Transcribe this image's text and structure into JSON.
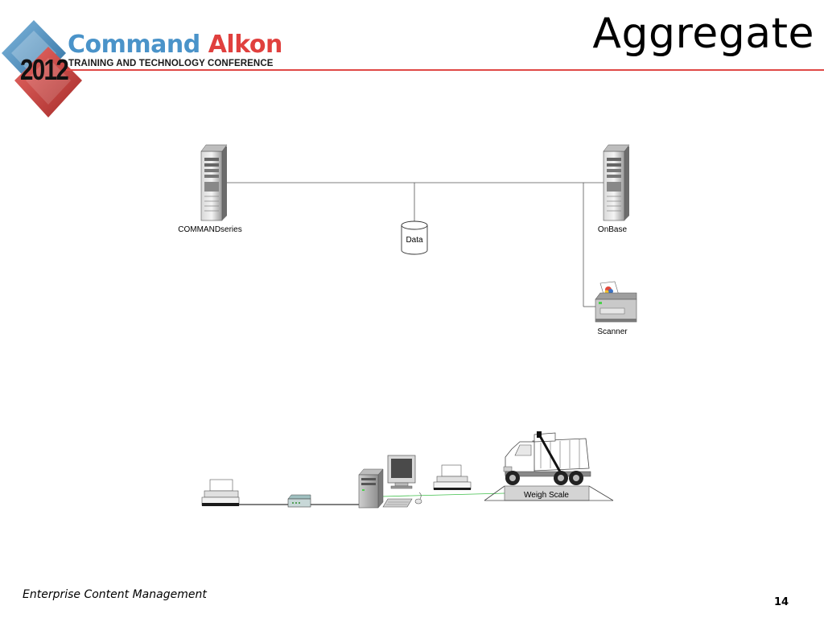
{
  "slide": {
    "title": "Aggregate",
    "footer": "Enterprise Content Management",
    "page_number": "14"
  },
  "logo": {
    "brand_part1": "Command",
    "brand_part2": "Alkon",
    "tagline": "TRAINING AND TECHNOLOGY CONFERENCE",
    "year": "2012"
  },
  "colors": {
    "accent_red": "#e04846",
    "brand_blue": "#4a93c9",
    "scale_line_green": "#3fbf4a"
  },
  "diagram": {
    "nodes": {
      "commandseries": {
        "label": "COMMANDseries",
        "icon": "server-tower-icon"
      },
      "onbase": {
        "label": "OnBase",
        "icon": "server-tower-icon"
      },
      "data": {
        "label": "Data",
        "icon": "database-cylinder-icon"
      },
      "scanner": {
        "label": "Scanner",
        "icon": "scanner-icon"
      },
      "weigh_scale": {
        "label": "Weigh Scale",
        "icon": "weigh-scale-icon"
      },
      "truck": {
        "icon": "dump-truck-icon"
      },
      "left_printer": {
        "icon": "printer-icon"
      },
      "modem": {
        "icon": "modem-icon"
      },
      "pc_tower": {
        "icon": "pc-tower-icon"
      },
      "monitor": {
        "icon": "monitor-icon"
      },
      "keyboard": {
        "icon": "keyboard-icon"
      },
      "mouse": {
        "icon": "mouse-icon"
      },
      "right_printer": {
        "icon": "printer-icon"
      }
    }
  }
}
